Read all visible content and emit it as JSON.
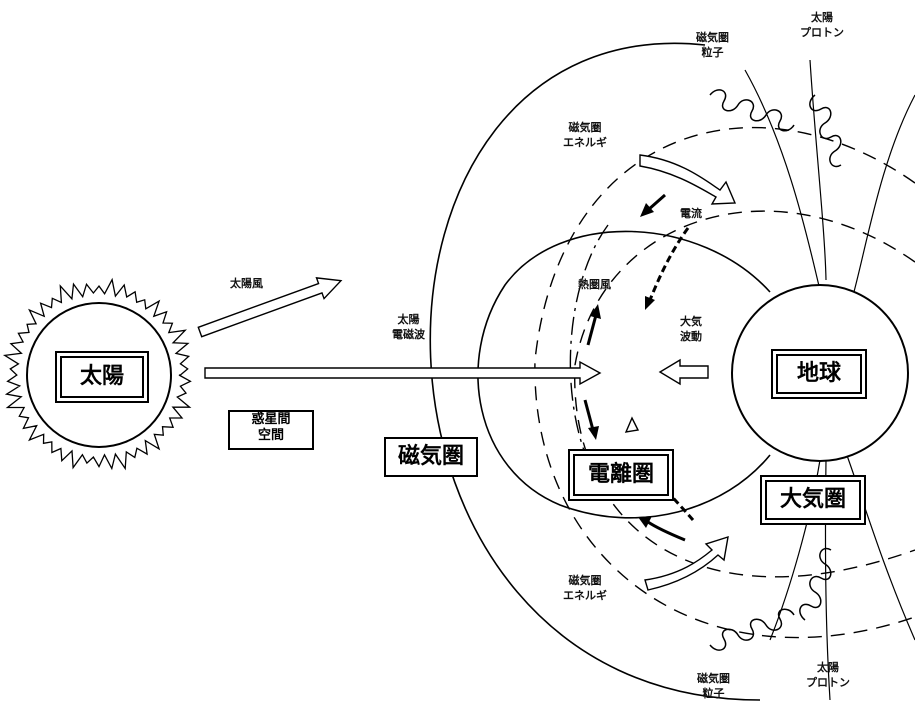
{
  "labels": {
    "sun": "太陽",
    "earth": "地球",
    "magnetosphere_box": "磁気圏",
    "ionosphere_box": "電離圏",
    "atmosphere_box": "大気圏",
    "interplanetary_line1": "惑星間",
    "interplanetary_line2": "空間",
    "solar_wind": "太陽風",
    "solar_em_line1": "太陽",
    "solar_em_line2": "電磁波",
    "thermospheric_wind": "熱圏風",
    "current": "電流",
    "atmos_wave_line1": "大気",
    "atmos_wave_line2": "波動",
    "mag_energy_top_line1": "磁気圏",
    "mag_energy_top_line2": "エネルギ",
    "mag_energy_bottom_line1": "磁気圏",
    "mag_energy_bottom_line2": "エネルギ",
    "mag_particle_top_line1": "磁気圏",
    "mag_particle_top_line2": "粒子",
    "mag_particle_bottom_line1": "磁気圏",
    "mag_particle_bottom_line2": "粒子",
    "solar_proton_top_line1": "太陽",
    "solar_proton_top_line2": "プロトン",
    "solar_proton_bottom_line1": "太陽",
    "solar_proton_bottom_line2": "プロトン"
  }
}
